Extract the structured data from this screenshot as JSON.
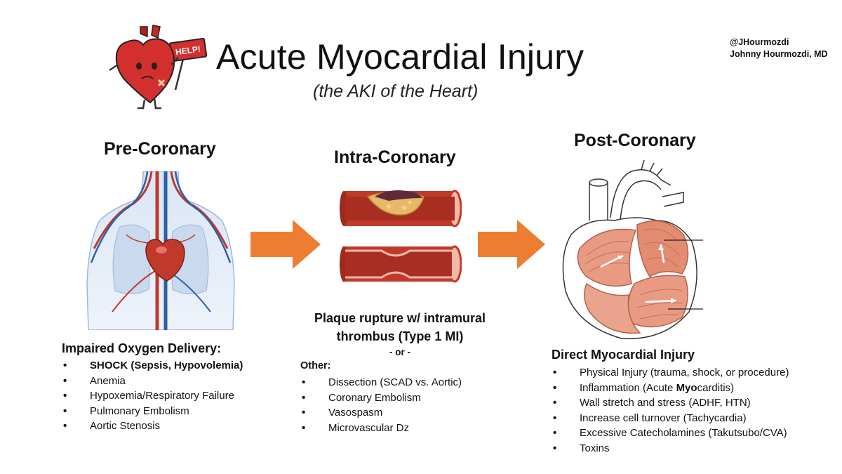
{
  "header": {
    "title": "Acute Myocardial Injury",
    "subtitle": "(the AKI of the Heart)",
    "author_handle": "@JHourmozdi",
    "author_name": "Johnny Hourmozdi, MD",
    "mascot_sign": "HELP!"
  },
  "columns": {
    "pre": {
      "heading": "Pre-Coronary",
      "list_title": "Impaired Oxygen Delivery:",
      "items": [
        "SHOCK (Sepsis, Hypovolemia)",
        "Anemia",
        "Hypoxemia/Respiratory Failure",
        "Pulmonary Embolism",
        "Aortic Stenosis"
      ]
    },
    "intra": {
      "heading": "Intra-Coronary",
      "caption_line1": "Plaque rupture w/ intramural",
      "caption_line2": "thrombus (Type 1 MI)",
      "or_text": "- or -",
      "other_label": "Other:",
      "items": [
        "Dissection (SCAD vs. Aortic)",
        "Coronary Embolism",
        "Vasospasm",
        "Microvascular Dz"
      ]
    },
    "post": {
      "heading": "Post-Coronary",
      "list_title": "Direct Myocardial Injury",
      "items": [
        "Physical Injury (trauma, shock, or procedure)",
        {
          "pre": "Inflammation (Acute ",
          "bold": "Myo",
          "post": "carditis)"
        },
        "Wall stretch and stress (ADHF, HTN)",
        "Increase cell turnover (Tachycardia)",
        "Excessive Catecholamines (Takutsubo/CVA)",
        "Toxins"
      ]
    }
  },
  "colors": {
    "arrow": "#ED7D31",
    "artery": "#C0392B",
    "artery_light": "#F2B8A8",
    "muscle": "#E89A82",
    "vein": "#2E5FA8",
    "mascot": "#D32F2F"
  },
  "icons": {
    "mascot": "heart-mascot-icon",
    "circulation": "circulatory-system-illustration",
    "artery_plaque": "artery-plaque-illustration",
    "artery_narrow": "artery-stenosis-illustration",
    "heart_muscle": "heart-muscle-illustration",
    "arrows": "right-arrow-icon"
  }
}
